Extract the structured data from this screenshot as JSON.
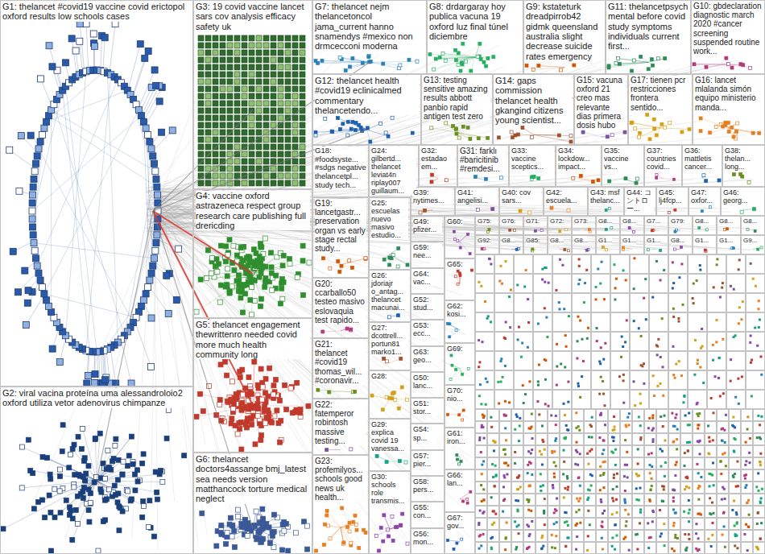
{
  "diagram": {
    "nodes": [
      {
        "text": [
          "G1: thelancet #covid19 vaccine covid erictopol oxford results low schools cases"
        ]
      },
      {
        "text": [
          "G2: viral vacina proteína uma alessandroloio2 oxford utiliza vetor adenovirus chimpanze"
        ]
      },
      {
        "text": [
          "G3: 19 covid vaccine lancet sars cov analysis efficacy safety uk"
        ]
      },
      {
        "text": [
          "G4: vaccine oxford astrazeneca respect group research care publishing full drericding"
        ]
      },
      {
        "text": [
          "G5: thelancet engagement thewrittenro needed covid more much health community long"
        ]
      },
      {
        "text": [
          "G6: thelancet doctors4assange bmj_latest sea needs version matthancock torture medical neglect"
        ]
      },
      {
        "text": [
          "G7: thelancet nejm thelancetoncol jama_current hanno snamendys #mexico non drmcecconi moderna"
        ]
      },
      {
        "text": [
          "G8: drdargaray hoy publica vacuna 19 oxford luz final túnel diciembre"
        ]
      },
      {
        "text": [
          "G9: kstateturk dreadpirrob42 gidmk queensland australia slight decrease suicide rates emergency"
        ]
      },
      {
        "text": [
          "G11: thelancetpsych mental before covid study symptoms individuals current first..."
        ]
      },
      {
        "text": [
          "G10: gbdeclaration diagnostic march 2020 #cancer screening suspended routine work..."
        ]
      },
      {
        "text": [
          "G12: thelancet health #covid19 eclinicalmed commentary thelancetendo..."
        ]
      },
      {
        "text": [
          "G13: testing sensitive amazing results abbott panbio rapid antigen test zero"
        ]
      },
      {
        "text": [
          "G14: gaps commission thelancet health gkangind citizens young scientist..."
        ]
      },
      {
        "text": [
          "G15: vacuna oxford 21 creo mas relevante dias primera dosis hubo"
        ]
      },
      {
        "text": [
          "G17: tienen pcr restricciones frontera sentido..."
        ]
      },
      {
        "text": [
          "G16: lancet mlalanda simón equipo ministerio manda..."
        ]
      },
      {
        "text": [
          "G18: #foodsyste... #sdgs negative thelancetpl... study tech..."
        ]
      },
      {
        "text": [
          "G24: gilbertd... thelancet leviat4n riplay007 guillaum..."
        ]
      },
      {
        "text": [
          "G32: estadao em..."
        ]
      },
      {
        "text": [
          "G31: farklı #baricitinib #remdesi..."
        ]
      },
      {
        "text": [
          "G33: vaccine sceptics..."
        ]
      },
      {
        "text": [
          "G34: lockdow... impact..."
        ]
      },
      {
        "text": [
          "G35: vaccine vs..."
        ]
      },
      {
        "text": [
          "G37: countries covid..."
        ]
      },
      {
        "text": [
          "G36: mattletis cancer..."
        ]
      },
      {
        "text": [
          "G38: thelan... long..."
        ]
      },
      {
        "text": [
          "G39: nytimes..."
        ]
      },
      {
        "text": [
          "G41: angelisi..."
        ]
      },
      {
        "text": [
          "G40: cov sars..."
        ]
      },
      {
        "text": [
          "G42: escuela..."
        ]
      },
      {
        "text": [
          "G43: msf thelanc..."
        ]
      },
      {
        "text": [
          "G44: コントロー..."
        ]
      },
      {
        "text": [
          "G45: lj4fcp..."
        ]
      },
      {
        "text": [
          "G47: oxfor..."
        ]
      },
      {
        "text": [
          "G46: georg..."
        ]
      },
      {
        "text": [
          "G19: lancetgastr... preservation organ vs early stage rectal study..."
        ]
      },
      {
        "text": [
          "G25: escuelas nuevo masivo estudio..."
        ]
      },
      {
        "text": [
          "G20: ccarballo50 testeo masivo eslovaquia test rapido..."
        ]
      },
      {
        "text": [
          "G26: jdoriajr o_antag... thelancet macunai..."
        ]
      },
      {
        "text": [
          "G21: thelancet #covid19 thomas_wil... #coronavir..."
        ]
      },
      {
        "text": [
          "G27: dcottrell... portun81 marko1..."
        ]
      },
      {
        "text": [
          "G22: fatemperor robintosh massive testing..."
        ]
      },
      {
        "text": [
          "G28:"
        ]
      },
      {
        "text": [
          "G23: profemilyos... schools good news uk health..."
        ]
      },
      {
        "text": [
          "G29: explica covid 19 vanessa..."
        ]
      },
      {
        "text": [
          "G30: schools role transmis..."
        ]
      },
      {
        "text": [
          "G49: pfizer..."
        ]
      },
      {
        "text": [
          "G59: nee..."
        ]
      },
      {
        "text": [
          "G64: vac..."
        ]
      },
      {
        "text": [
          "G52: stud..."
        ]
      },
      {
        "text": [
          "G53: ecc..."
        ]
      },
      {
        "text": [
          "G63: geo..."
        ]
      },
      {
        "text": [
          "G50: lanc..."
        ]
      },
      {
        "text": [
          "G51: stor..."
        ]
      },
      {
        "text": [
          "G54: sp..."
        ]
      },
      {
        "text": [
          "G57: pier..."
        ]
      },
      {
        "text": [
          "G58: pers..."
        ]
      },
      {
        "text": [
          "G55: con..."
        ]
      },
      {
        "text": [
          "G56: mon..."
        ]
      },
      {
        "text": [
          "G60:"
        ]
      },
      {
        "text": [
          "G65:"
        ]
      },
      {
        "text": [
          "G62: kosi..."
        ]
      },
      {
        "text": [
          "G69:"
        ]
      },
      {
        "text": [
          "G70: nio..."
        ]
      },
      {
        "text": [
          "G61: iron..."
        ]
      },
      {
        "text": [
          "G66: lan..."
        ]
      },
      {
        "text": [
          "G67: gov..."
        ]
      },
      {
        "text": [
          "G75:"
        ]
      },
      {
        "text": [
          "G76:"
        ]
      },
      {
        "text": [
          "G71:"
        ]
      },
      {
        "text": [
          "G72:"
        ]
      },
      {
        "text": [
          "G73:"
        ]
      },
      {
        "text": [
          "G8..."
        ]
      },
      {
        "text": [
          "G8..."
        ]
      },
      {
        "text": [
          "G7..."
        ]
      },
      {
        "text": [
          "G79:"
        ]
      },
      {
        "text": [
          "G8..."
        ]
      },
      {
        "text": [
          "G8..."
        ]
      },
      {
        "text": [
          "G8..."
        ]
      },
      {
        "text": [
          "G92:"
        ]
      },
      {
        "text": [
          "G8..."
        ]
      },
      {
        "text": [
          "G85:"
        ]
      },
      {
        "text": [
          "G8..."
        ]
      },
      {
        "text": [
          "G8..."
        ]
      },
      {
        "text": [
          "G1..."
        ]
      },
      {
        "text": [
          "G1..."
        ]
      },
      {
        "text": [
          "G1..."
        ]
      },
      {
        "text": [
          "G8..."
        ]
      },
      {
        "text": [
          "G1..."
        ]
      },
      {
        "text": [
          "G1..."
        ]
      },
      {
        "text": [
          "G9..."
        ]
      }
    ],
    "edges": [
      {
        "from": 0,
        "to": 2,
        "arrow": "none"
      },
      {
        "from": 0,
        "to": 3,
        "arrow": "none"
      },
      {
        "from": 0,
        "to": 4,
        "arrow": "none"
      },
      {
        "from": 0,
        "to": 5,
        "arrow": "none"
      },
      {
        "from": 0,
        "to": 6,
        "arrow": "none"
      },
      {
        "from": 0,
        "to": 11,
        "arrow": "none"
      },
      {
        "from": 0,
        "to": 1,
        "arrow": "none"
      }
    ]
  }
}
